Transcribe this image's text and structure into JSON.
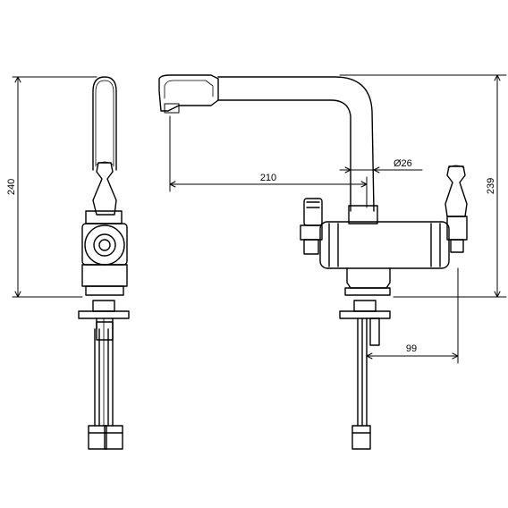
{
  "drawing": {
    "line_color": "#000000",
    "background": "#ffffff",
    "dimensions": {
      "side_height": "240",
      "front_height": "239",
      "spout_reach": "210",
      "spout_diameter": "Ø26",
      "inlet_offset": "99"
    }
  }
}
